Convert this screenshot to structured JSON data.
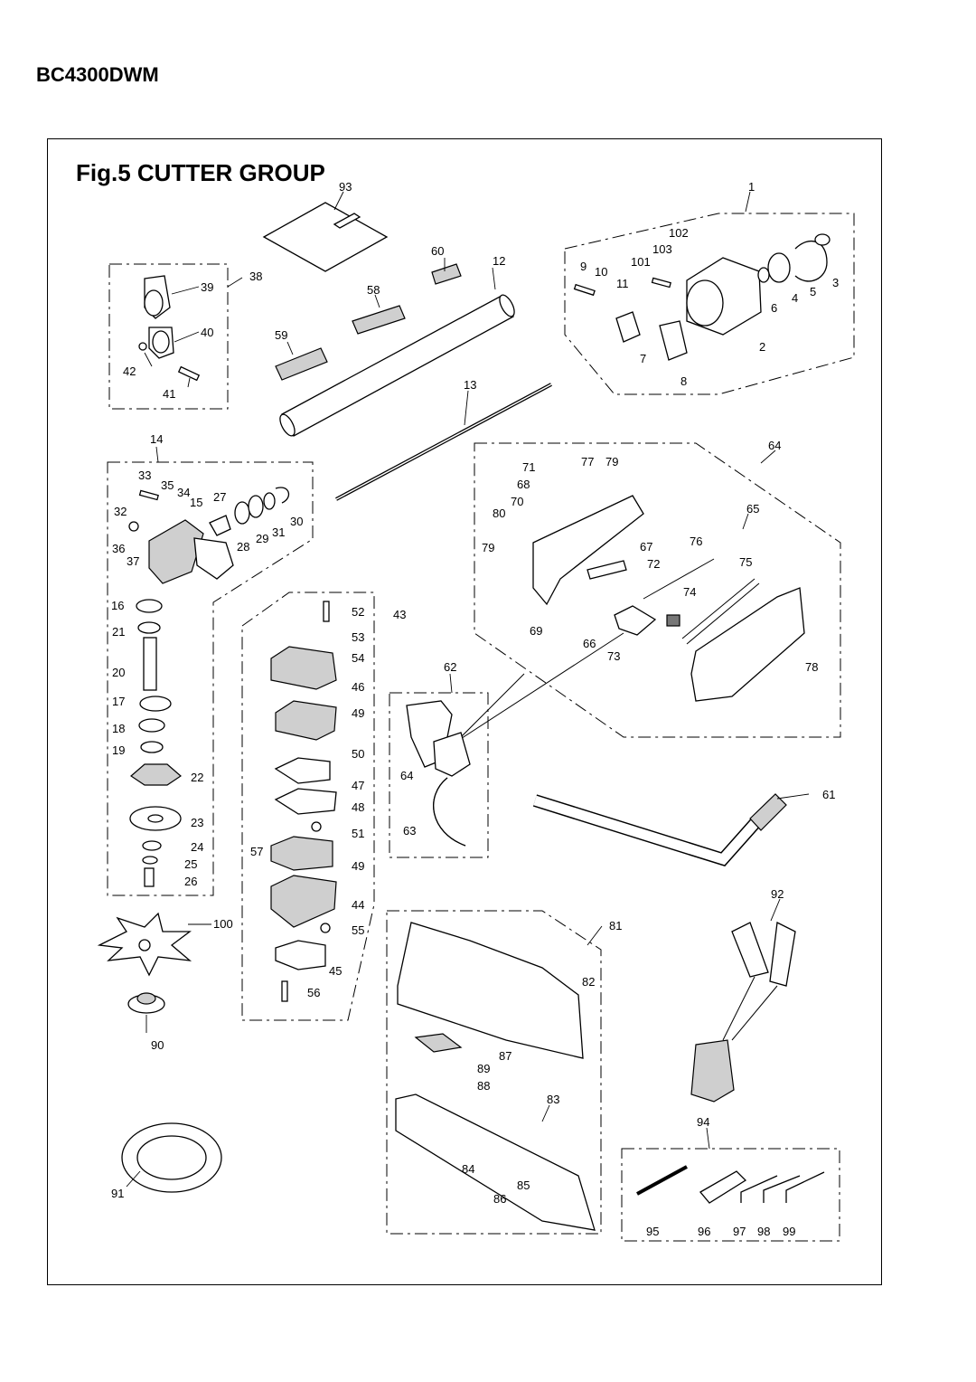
{
  "model": "BC4300DWM",
  "figure_title": "Fig.5  CUTTER GROUP",
  "callouts": {
    "n1": "1",
    "n2": "2",
    "n3": "3",
    "n4": "4",
    "n5": "5",
    "n6": "6",
    "n7": "7",
    "n8": "8",
    "n9": "9",
    "n10": "10",
    "n11": "11",
    "n12": "12",
    "n13": "13",
    "n14": "14",
    "n15": "15",
    "n16": "16",
    "n17": "17",
    "n18": "18",
    "n19": "19",
    "n20": "20",
    "n21": "21",
    "n22": "22",
    "n23": "23",
    "n24": "24",
    "n25": "25",
    "n26": "26",
    "n27": "27",
    "n28": "28",
    "n29": "29",
    "n30": "30",
    "n31": "31",
    "n32": "32",
    "n33": "33",
    "n34": "34",
    "n35": "35",
    "n36": "36",
    "n37": "37",
    "n38": "38",
    "n39": "39",
    "n40": "40",
    "n41": "41",
    "n42": "42",
    "n43": "43",
    "n44": "44",
    "n45": "45",
    "n46": "46",
    "n47": "47",
    "n48": "48",
    "n49a": "49",
    "n49b": "49",
    "n50": "50",
    "n51": "51",
    "n52": "52",
    "n53": "53",
    "n54": "54",
    "n55": "55",
    "n56": "56",
    "n57": "57",
    "n58": "58",
    "n59": "59",
    "n60": "60",
    "n61": "61",
    "n62": "62",
    "n63": "63",
    "n64a": "64",
    "n64b": "64",
    "n65": "65",
    "n66": "66",
    "n67": "67",
    "n68": "68",
    "n69": "69",
    "n70": "70",
    "n71": "71",
    "n72": "72",
    "n73": "73",
    "n74": "74",
    "n75": "75",
    "n76": "76",
    "n77": "77",
    "n78": "78",
    "n79a": "79",
    "n79b": "79",
    "n80": "80",
    "n81": "81",
    "n82": "82",
    "n83": "83",
    "n84": "84",
    "n85": "85",
    "n86": "86",
    "n87": "87",
    "n88": "88",
    "n89": "89",
    "n90": "90",
    "n91": "91",
    "n92": "92",
    "n93": "93",
    "n94": "94",
    "n95": "95",
    "n96": "96",
    "n97": "97",
    "n98": "98",
    "n99": "99",
    "n100": "100",
    "n101": "101",
    "n102": "102",
    "n103": "103"
  }
}
